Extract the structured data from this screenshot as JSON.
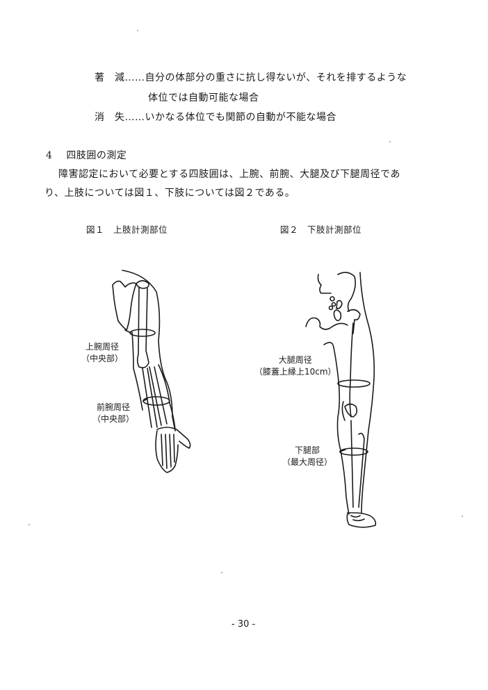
{
  "definitions": [
    {
      "term": "著　減",
      "leader": "……",
      "text": "自分の体部分の重さに抗し得ないが、それを排するような",
      "continuation": "体位では自動可能な場合"
    },
    {
      "term": "消　失",
      "leader": "……",
      "text": "いかなる体位でも関節の自動が不能な場合"
    }
  ],
  "section": {
    "number": "4",
    "title": "四肢囲の測定",
    "paragraph_line1": "障害認定において必要とする四肢囲は、上腕、前腕、大腿及び下腿周径であ",
    "paragraph_line2": "り、上肢については図１、下肢については図２である。"
  },
  "figures": [
    {
      "caption": "図１　上肢計測部位",
      "labels": [
        {
          "line1": "上腕周径",
          "line2": "（中央部）"
        },
        {
          "line1": "前腕周径",
          "line2": "（中央部）"
        }
      ]
    },
    {
      "caption": "図２　下肢計測部位",
      "labels": [
        {
          "line1": "大腿周径",
          "line2": "（膝蓋上縁上10cm）"
        },
        {
          "line1": "下腿部",
          "line2": "（最大周径）"
        }
      ]
    }
  ],
  "footer": {
    "page_number": "- 30 -"
  }
}
